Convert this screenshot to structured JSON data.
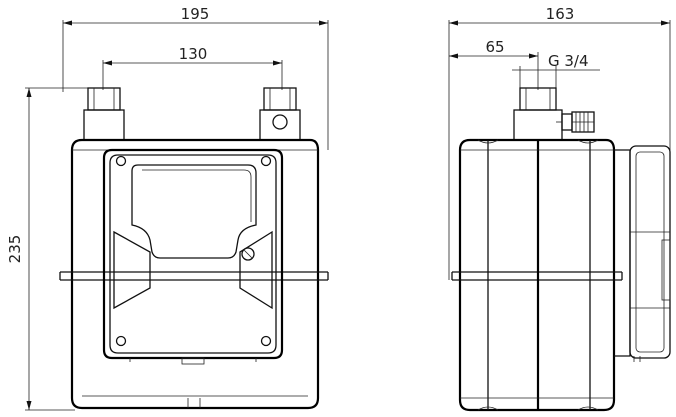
{
  "front_view": {
    "overall_width": "195",
    "connection_spacing": "130",
    "overall_height": "235"
  },
  "side_view": {
    "overall_depth": "163",
    "connection_offset": "65",
    "thread_size": "G 3/4"
  },
  "colors": {
    "line": "#111111",
    "background": "#ffffff"
  }
}
